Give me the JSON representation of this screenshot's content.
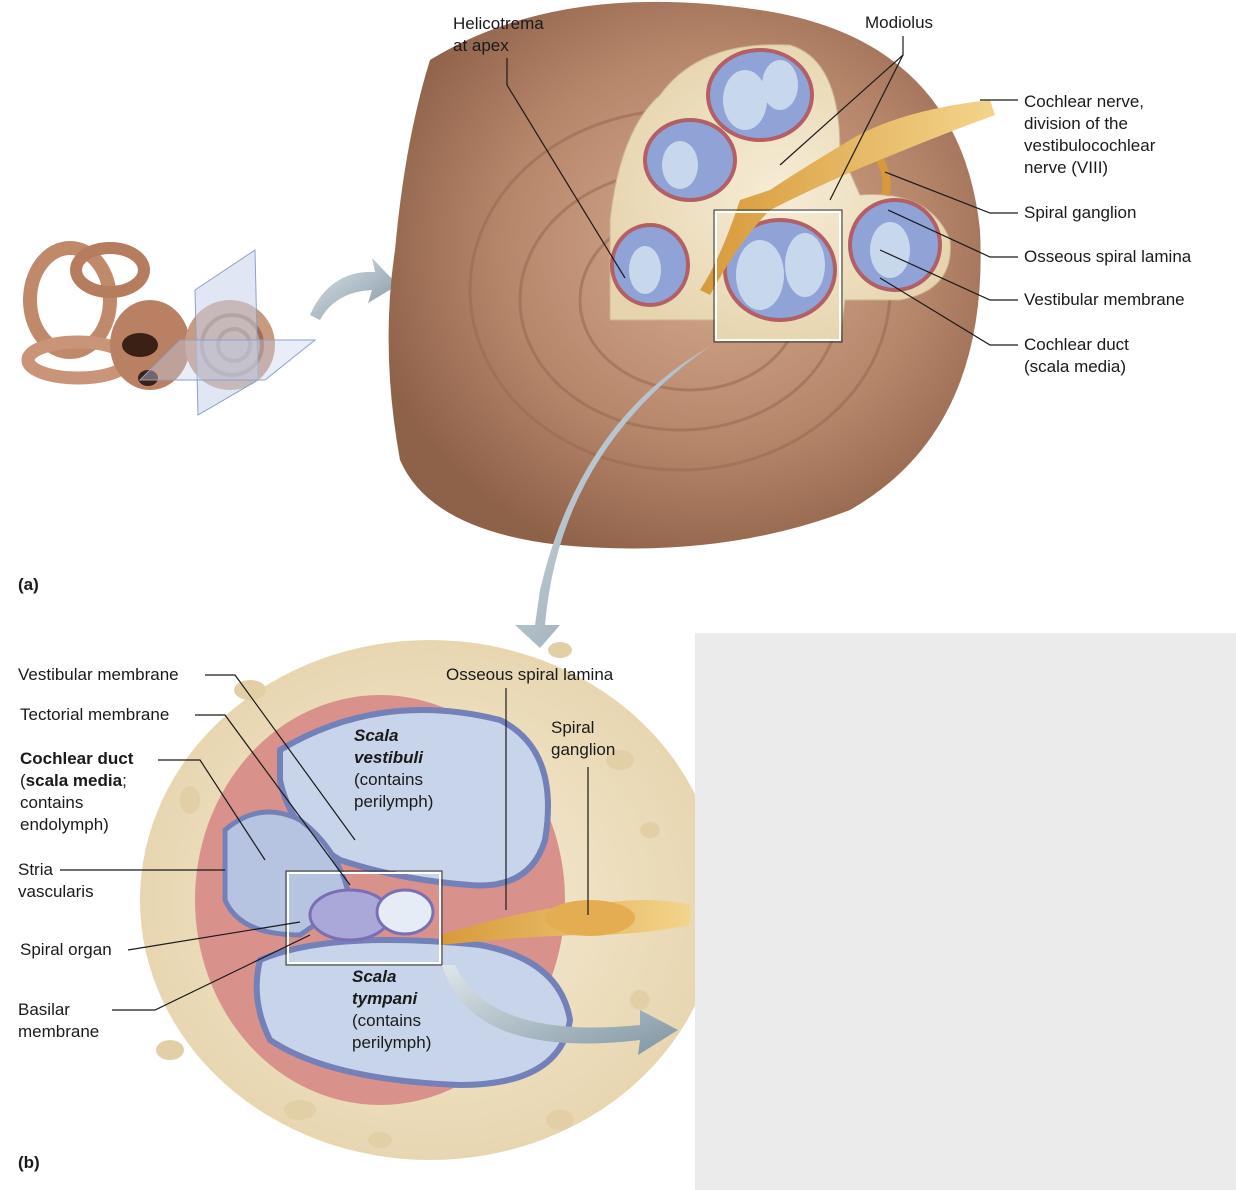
{
  "panel_a": {
    "letter": "(a)",
    "labels": {
      "helicotrema": [
        "Helicotrema",
        "at apex"
      ],
      "modiolus": "Modiolus",
      "cochlear_nerve": [
        "Cochlear nerve,",
        "division of the",
        "vestibulocochlear",
        "nerve (VIII)"
      ],
      "spiral_ganglion": "Spiral ganglion",
      "osseous_spiral_lamina": "Osseous spiral lamina",
      "vestibular_membrane": "Vestibular membrane",
      "cochlear_duct": [
        "Cochlear duct",
        "(scala media)"
      ]
    }
  },
  "panel_b": {
    "letter": "(b)",
    "labels": {
      "vestibular_membrane": "Vestibular membrane",
      "tectorial_membrane": "Tectorial membrane",
      "cochlear_duct_bold1": "Cochlear duct",
      "cochlear_duct_paren_open": "(",
      "cochlear_duct_bold2": "scala media",
      "cochlear_duct_semi": ";",
      "cochlear_duct_rest": [
        "contains",
        "endolymph)"
      ],
      "stria": [
        "Stria",
        "vascularis"
      ],
      "spiral_organ": "Spiral organ",
      "basilar": [
        "Basilar",
        "membrane"
      ],
      "osseous_spiral_lamina": "Osseous spiral lamina",
      "spiral_ganglion": [
        "Spiral",
        "ganglion"
      ],
      "scala_vestibuli": [
        "Scala",
        "vestibuli"
      ],
      "scala_vestibuli_note": [
        "(contains",
        "perilymph)"
      ],
      "scala_tympani": [
        "Scala",
        "tympani"
      ],
      "scala_tympani_note": [
        "(contains",
        "perilymph)"
      ]
    }
  },
  "colors": {
    "cochlea_brown": "#b58468",
    "bone": "#efe3c8",
    "perilymph_blue": "#b9c8e0",
    "membrane_pink": "#d88f8a",
    "nerve_yellow": "#e7b857",
    "arrow_gray": "#8ea3b0",
    "blank_panel": "#ebebeb"
  }
}
